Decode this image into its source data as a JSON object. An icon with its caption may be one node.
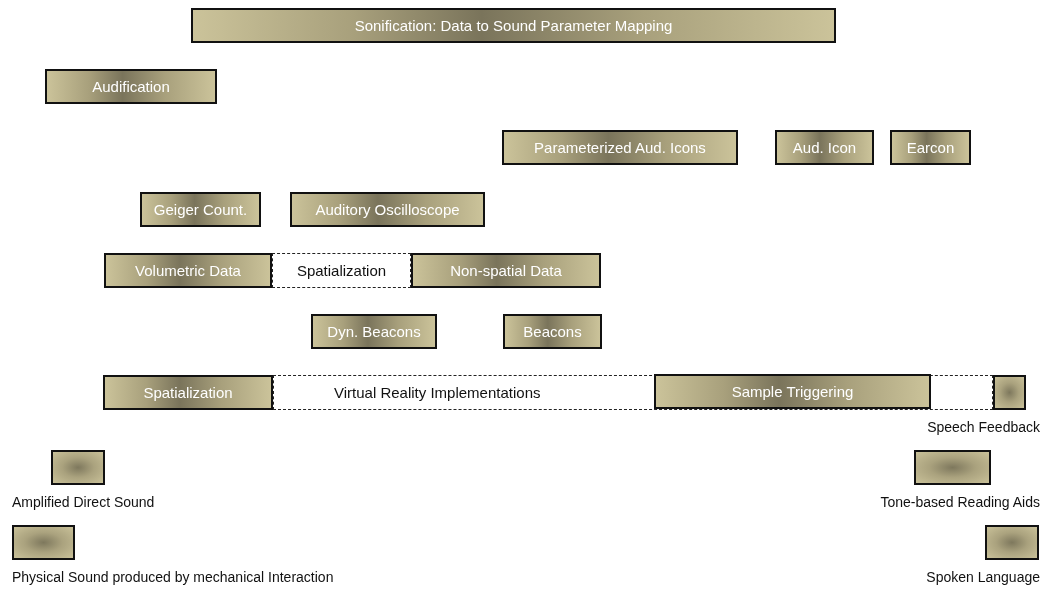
{
  "diagram": {
    "nodes": [
      {
        "text": [
          "Sonification: Data to Sound Parameter Mapping"
        ]
      },
      {
        "text": [
          "Audification"
        ]
      },
      {
        "text": [
          "Parameterized Aud. Icons"
        ]
      },
      {
        "text": [
          "Aud. Icon"
        ]
      },
      {
        "text": [
          "Earcon"
        ]
      },
      {
        "text": [
          "Geiger Count."
        ]
      },
      {
        "text": [
          "Auditory Oscilloscope"
        ]
      },
      {
        "text": [
          "Volumetric Data"
        ]
      },
      {
        "text": [
          "Spatialization"
        ]
      },
      {
        "text": [
          "Non-spatial Data"
        ]
      },
      {
        "text": [
          "Dyn. Beacons"
        ]
      },
      {
        "text": [
          "Beacons"
        ]
      },
      {
        "text": [
          "Spatialization"
        ]
      },
      {
        "text": [
          "Virtual Reality Implementations"
        ]
      },
      {
        "text": [
          "Sample Triggering"
        ],
        "in": 13
      },
      {
        "text": [],
        "shape": "box",
        "beside": [
          "Speech Feedback"
        ]
      },
      {
        "text": [],
        "shape": "box",
        "beside": [
          "Amplified Direct Sound"
        ]
      },
      {
        "text": [],
        "shape": "box",
        "beside": [
          "Tone-based Reading Aids"
        ]
      },
      {
        "text": [],
        "shape": "box",
        "beside": [
          "Physical Sound produced by mechanical Interaction"
        ]
      },
      {
        "text": [],
        "shape": "box",
        "beside": [
          "Spoken Language"
        ]
      }
    ]
  }
}
